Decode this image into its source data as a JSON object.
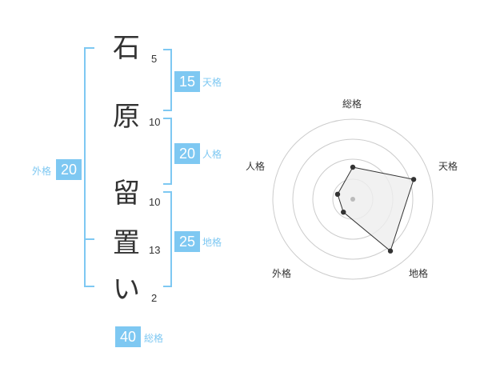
{
  "name_chars": [
    "石",
    "原",
    "留",
    "置",
    "い"
  ],
  "strokes": [
    "5",
    "10",
    "10",
    "13",
    "2"
  ],
  "kakusu": {
    "tenkaku": {
      "value": "15",
      "label": "天格"
    },
    "jinkaku": {
      "value": "20",
      "label": "人格"
    },
    "chikaku": {
      "value": "25",
      "label": "地格"
    },
    "gaikaku": {
      "value": "20",
      "label": "外格"
    },
    "soukaku": {
      "value": "40",
      "label": "総格"
    }
  },
  "colors": {
    "accent": "#7ec8f2",
    "text": "#333333",
    "ring": "#cccccc",
    "fill": "#eeeeee"
  },
  "chart_data": {
    "type": "radar",
    "axes": [
      "総格",
      "天格",
      "地格",
      "外格",
      "人格"
    ],
    "values": [
      2,
      4,
      4,
      1,
      1
    ],
    "max": 5,
    "rings": 4
  }
}
